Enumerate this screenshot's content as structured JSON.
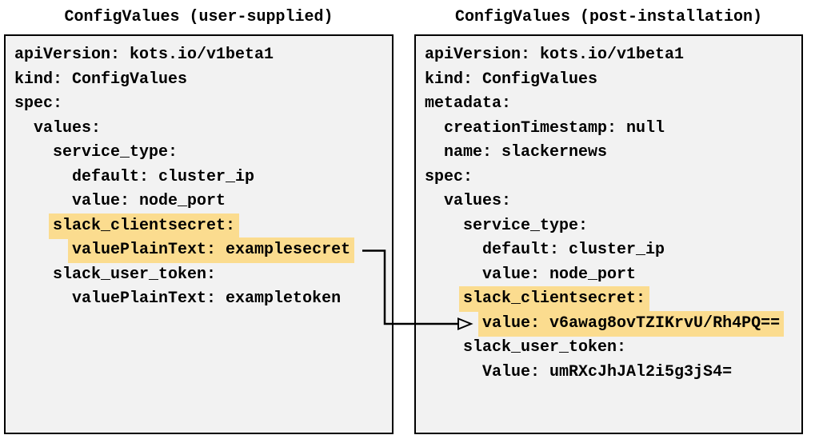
{
  "colors": {
    "highlight": "#FBDC8F",
    "panel_background": "#F2F2F2",
    "panel_border": "#000000",
    "text": "#000000",
    "arrow": "#000000"
  },
  "panels": [
    {
      "title": "ConfigValues (user-supplied)",
      "lines": [
        {
          "indent": "",
          "text": "apiVersion: kots.io/v1beta1",
          "highlighted": false
        },
        {
          "indent": "",
          "text": "kind: ConfigValues",
          "highlighted": false
        },
        {
          "indent": "",
          "text": "spec:",
          "highlighted": false
        },
        {
          "indent": "  ",
          "text": "values:",
          "highlighted": false
        },
        {
          "indent": "    ",
          "text": "service_type:",
          "highlighted": false
        },
        {
          "indent": "      ",
          "text": "default: cluster_ip",
          "highlighted": false
        },
        {
          "indent": "      ",
          "text": "value: node_port",
          "highlighted": false
        },
        {
          "indent": "    ",
          "text": "slack_clientsecret:",
          "highlighted": true
        },
        {
          "indent": "      ",
          "text": "valuePlainText: examplesecret",
          "highlighted": true
        },
        {
          "indent": "    ",
          "text": "slack_user_token:",
          "highlighted": false
        },
        {
          "indent": "      ",
          "text": "valuePlainText: exampletoken",
          "highlighted": false
        }
      ]
    },
    {
      "title": "ConfigValues (post-installation)",
      "lines": [
        {
          "indent": "",
          "text": "apiVersion: kots.io/v1beta1",
          "highlighted": false
        },
        {
          "indent": "",
          "text": "kind: ConfigValues",
          "highlighted": false
        },
        {
          "indent": "",
          "text": "metadata:",
          "highlighted": false
        },
        {
          "indent": "  ",
          "text": "creationTimestamp: null",
          "highlighted": false
        },
        {
          "indent": "  ",
          "text": "name: slackernews",
          "highlighted": false
        },
        {
          "indent": "",
          "text": "spec:",
          "highlighted": false
        },
        {
          "indent": "  ",
          "text": "values:",
          "highlighted": false
        },
        {
          "indent": "    ",
          "text": "service_type:",
          "highlighted": false
        },
        {
          "indent": "      ",
          "text": "default: cluster_ip",
          "highlighted": false
        },
        {
          "indent": "      ",
          "text": "value: node_port",
          "highlighted": false
        },
        {
          "indent": "    ",
          "text": "slack_clientsecret:",
          "highlighted": true
        },
        {
          "indent": "      ",
          "text": "value: v6awag8ovTZIKrvU/Rh4PQ==",
          "highlighted": true
        },
        {
          "indent": "    ",
          "text": "slack_user_token:",
          "highlighted": false
        },
        {
          "indent": "      ",
          "text": "Value: umRXcJhJAl2i5g3jS4=",
          "highlighted": false
        }
      ]
    }
  ],
  "arrow": {
    "from": "panels.0.lines.8",
    "to": "panels.1.lines.11"
  }
}
